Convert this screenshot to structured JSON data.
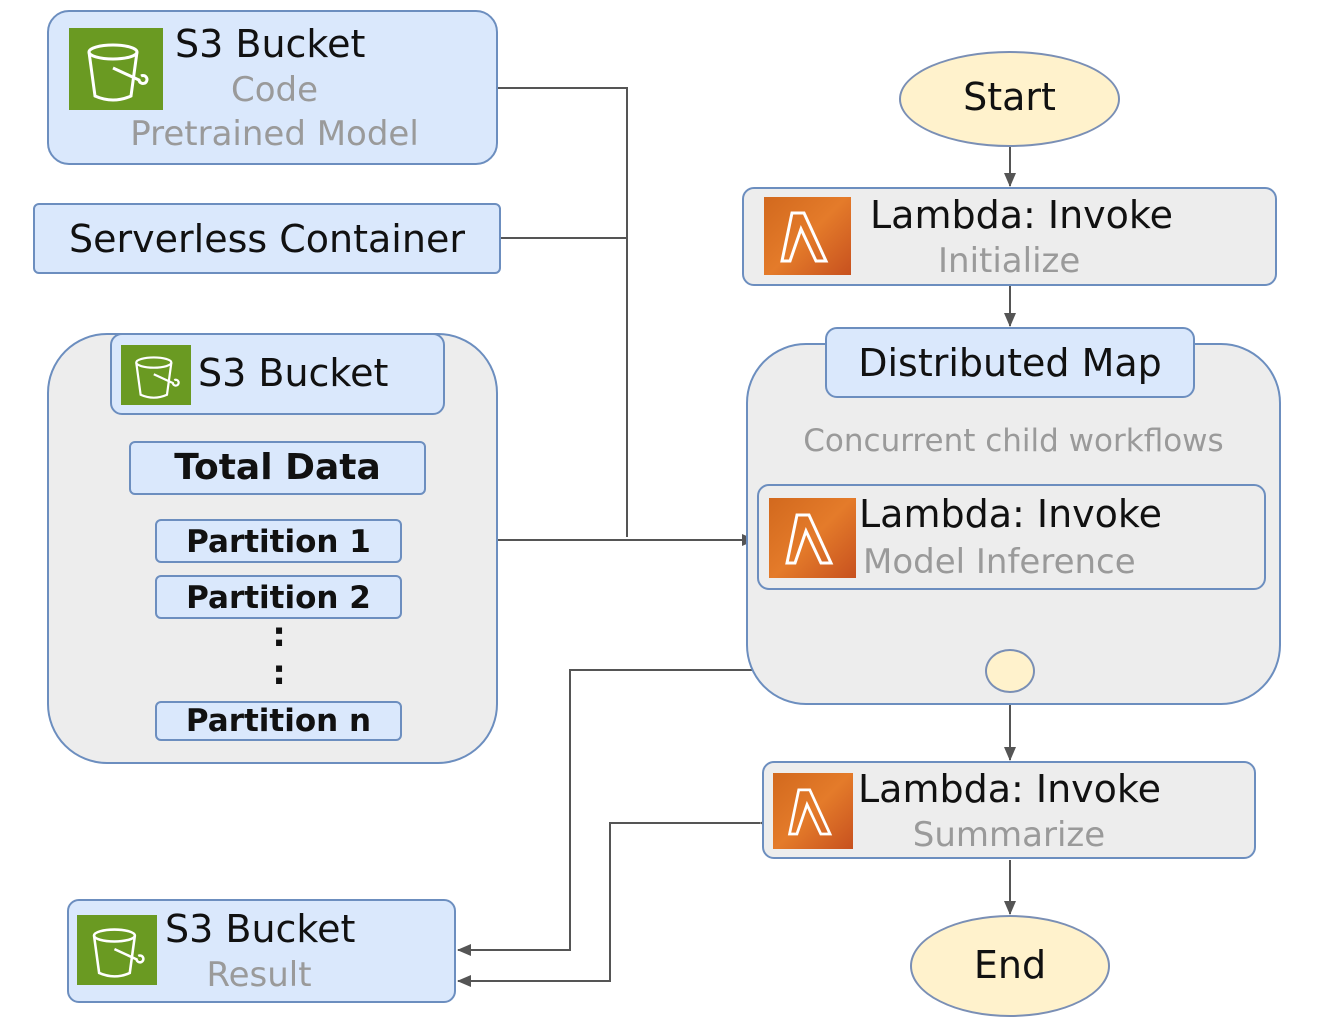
{
  "inputs": {
    "s3_code": {
      "title": "S3 Bucket",
      "line1": "Code",
      "line2": "Pretrained Model"
    },
    "container": {
      "label": "Serverless Container"
    },
    "s3_data": {
      "title": "S3 Bucket",
      "total": "Total Data",
      "partitions": [
        "Partition 1",
        "Partition 2",
        "Partition n"
      ],
      "ellipsis": ":"
    },
    "s3_result": {
      "title": "S3 Bucket",
      "subtitle": "Result"
    }
  },
  "workflow": {
    "start": "Start",
    "initialize": {
      "title": "Lambda: Invoke",
      "subtitle": "Initialize"
    },
    "map": {
      "title": "Distributed Map",
      "caption": "Concurrent child workflows"
    },
    "inference": {
      "title": "Lambda: Invoke",
      "subtitle": "Model Inference"
    },
    "summarize": {
      "title": "Lambda: Invoke",
      "subtitle": "Summarize"
    },
    "end": "End"
  },
  "colors": {
    "blue_fill": "#dae8fc",
    "blue_stroke": "#6c8ebf",
    "grey_fill": "#ededed",
    "yellow_fill": "#fff2cc",
    "s3_green": "#6a9a22",
    "lambda_orange": "#d86613",
    "connector": "#555555"
  },
  "icons": [
    "s3-bucket-icon",
    "lambda-icon"
  ]
}
